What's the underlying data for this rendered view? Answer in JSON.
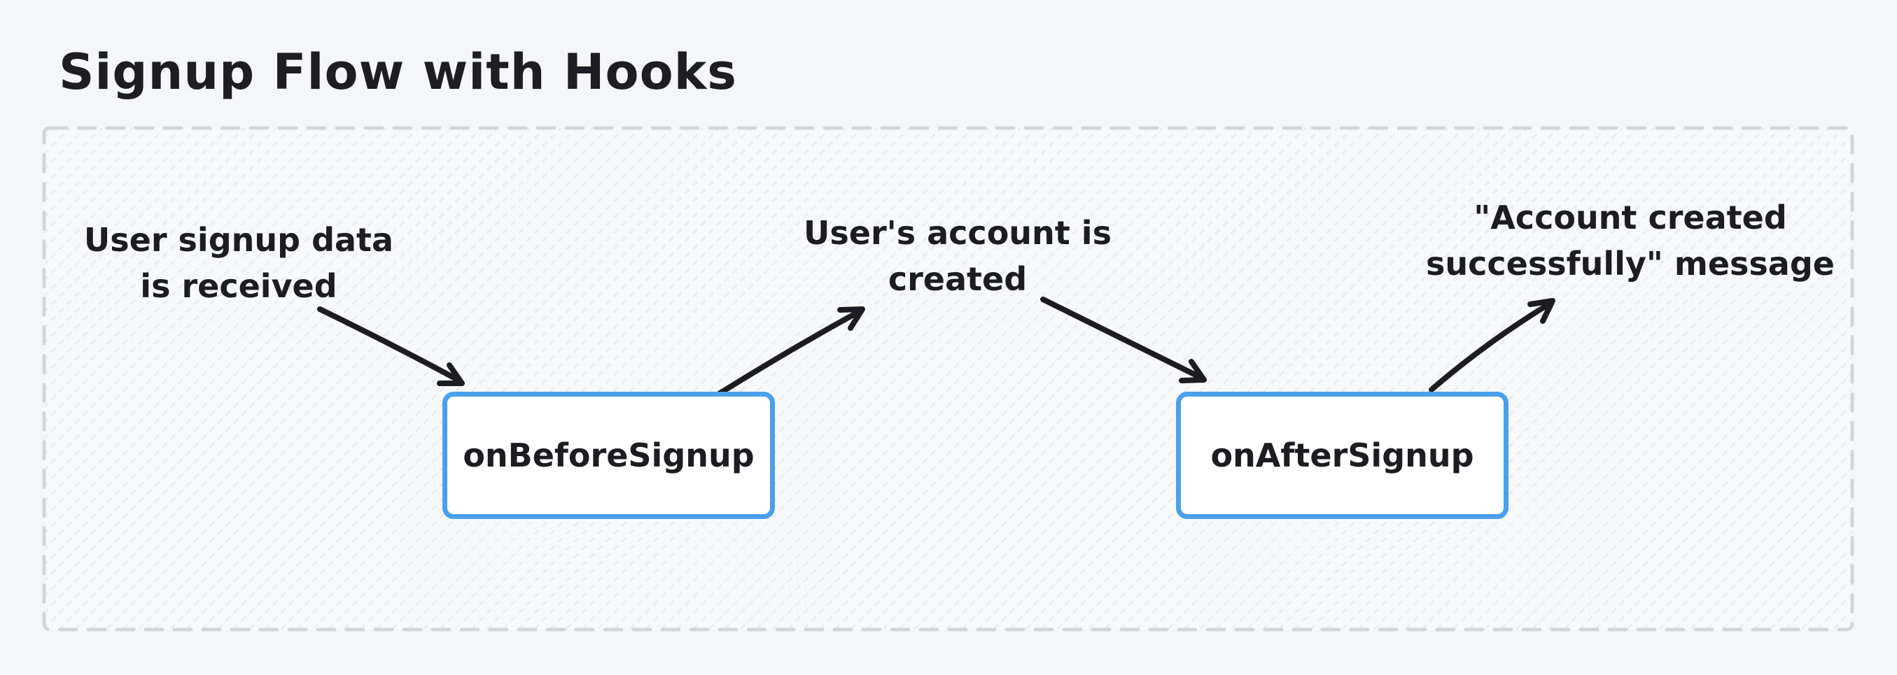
{
  "diagram": {
    "title": "Signup Flow with Hooks",
    "nodes": [
      {
        "id": "onBeforeSignup",
        "label": "onBeforeSignup"
      },
      {
        "id": "onAfterSignup",
        "label": "onAfterSignup"
      }
    ],
    "annotations": [
      {
        "line1": "User signup data",
        "line2": "is received"
      },
      {
        "line1": "User's account is",
        "line2": "created"
      },
      {
        "line1": "\"Account created",
        "line2": "successfully\" message"
      }
    ],
    "edges": [
      {
        "from": "annotation-signup-data-received",
        "to": "onBeforeSignup"
      },
      {
        "from": "onBeforeSignup",
        "to": "annotation-account-created"
      },
      {
        "from": "annotation-account-created",
        "to": "onAfterSignup"
      },
      {
        "from": "onAfterSignup",
        "to": "annotation-success-message"
      }
    ],
    "colors": {
      "canvas_bg": "#f5f6f8",
      "container_fill": "#f8f9fa",
      "container_border": "#d2d6db",
      "container_hatch": "#e9ebef",
      "node_border": "#4aa0ec",
      "node_fill": "#ffffff",
      "arrow": "#1c1c21",
      "text": "#1c1c21"
    }
  }
}
